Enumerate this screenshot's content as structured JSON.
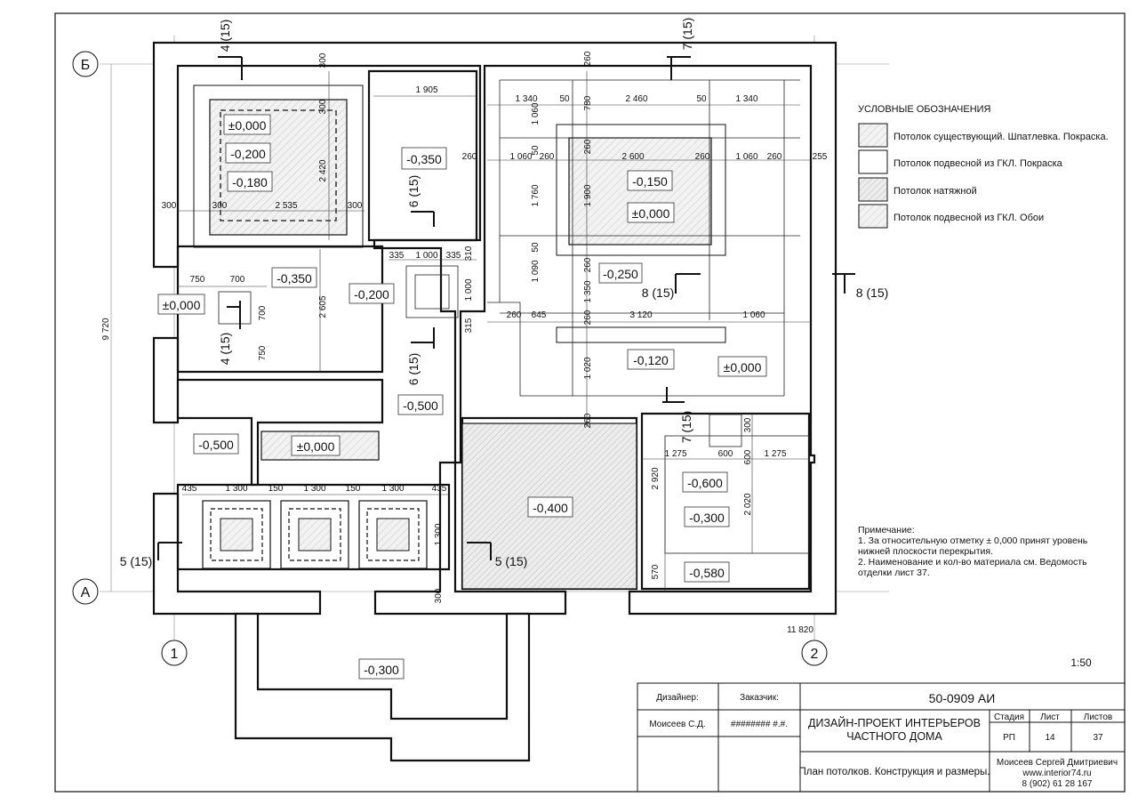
{
  "axes": {
    "b": "Б",
    "a": "А",
    "n1": "1",
    "n2": "2"
  },
  "overall_dims": {
    "height": "9 720",
    "width": "11 820"
  },
  "sections": {
    "s4_top": "4 (15)",
    "s4_mid": "4 (15)",
    "s7_top": "7 (15)",
    "s7_mid": "7 (15)",
    "s6_top": "6 (15)",
    "s6_mid": "6 (15)",
    "s8_in": "8 (15)",
    "s8_right": "8 (15)",
    "s5_left": "5 (15)",
    "s5_mid": "5 (15)"
  },
  "levels": {
    "r1a": "±0,000",
    "r1b": "-0,200",
    "r1c": "-0,180",
    "r2": "-0,350",
    "r3a": "-0,150",
    "r3b": "±0,000",
    "r4": "-0,350",
    "r4a": "±0,000",
    "r5": "-0,200",
    "r6": "-0,250",
    "r7": "-0,120",
    "r7b": "±0,000",
    "r8": "-0,500",
    "r9": "-0,500",
    "r9b": "±0,000",
    "r10": "-0,400",
    "r11a": "-0,600",
    "r11b": "-0,300",
    "r12": "-0,580",
    "r13": "-0,300"
  },
  "dims": {
    "d300a": "300",
    "d300b": "300",
    "d300c": "300",
    "d300d": "300",
    "d300e": "300",
    "d300f": "300",
    "d300g": "300",
    "d2535": "2 535",
    "d2420": "2 420",
    "d1905": "1 905",
    "d260a": "260",
    "d1340a": "1 340",
    "d50a": "50",
    "d2460": "2 460",
    "d50b": "50",
    "d1340b": "1 340",
    "d1060a": "1 060",
    "d780": "780",
    "d260b": "260",
    "d1060b": "1 060",
    "d260c": "260",
    "d2600": "2 600",
    "d260d": "260",
    "d1060c": "1 060",
    "d260e": "260",
    "d255": "255",
    "d50c": "50",
    "d1760": "1 760",
    "d1900": "1 900",
    "d50d": "50",
    "d750a": "750",
    "d700a": "700",
    "d700b": "700",
    "d750b": "750",
    "d2605": "2 605",
    "d335a": "335",
    "d1000a": "1 000",
    "d335b": "335",
    "d310": "310",
    "d1000b": "1 000",
    "d315": "315",
    "d1090": "1 090",
    "d1350": "1 350",
    "d260f": "260",
    "d260g": "260",
    "d645": "645",
    "d3120": "3 120",
    "d1060d": "1 060",
    "d260h": "260",
    "d1020": "1 020",
    "d260i": "260",
    "d435a": "435",
    "d1300a": "1 300",
    "d150a": "150",
    "d1300b": "1 300",
    "d150b": "150",
    "d1300c": "1 300",
    "d435b": "435",
    "d1300d": "1 300",
    "d1275a": "1 275",
    "d600a": "600",
    "d1275b": "1 275",
    "d600b": "600",
    "d300h": "300",
    "d2920": "2 920",
    "d2020": "2 020",
    "d570": "570"
  },
  "legend": {
    "title": "УСЛОВНЫЕ ОБОЗНАЧЕНИЯ",
    "items": [
      {
        "label": "Потолок существующий. Шпатлевка. Покраска.",
        "pattern": "hatch"
      },
      {
        "label": "Потолок подвесной из ГКЛ. Покраска",
        "pattern": "none"
      },
      {
        "label": "Потолок натяжной",
        "pattern": "hatch"
      },
      {
        "label": "Потолок подвесной из ГКЛ. Обои",
        "pattern": "hatch"
      }
    ]
  },
  "notes": {
    "title": "Примечание:",
    "lines": [
      "1. За относительную отметку ± 0,000 принят уровень",
      "нижней плоскости перекрытия.",
      "2. Наименование и кол-во материала см. Ведомость",
      "отделки лист 37."
    ]
  },
  "scale": "1:50",
  "title_block": {
    "designer_label": "Дизайнер:",
    "client_label": "Заказчик:",
    "code": "50-0909 АИ",
    "designer_name": "Моисеев С.Д.",
    "client_name": "######## #.#.",
    "project_line1": "ДИЗАЙН-ПРОЕКТ ИНТЕРЬЕРОВ",
    "project_line2": "ЧАСТНОГО ДОМА",
    "stage_label": "Стадия",
    "sheet_label": "Лист",
    "sheets_label": "Листов",
    "stage": "РП",
    "sheet": "14",
    "sheets": "37",
    "drawing_title": "План потолков. Конструкция и размеры.",
    "author_name": "Моисеев Сергей Дмитриевич",
    "author_site": "www.interior74.ru",
    "author_phone": "8 (902) 61 28 167"
  }
}
